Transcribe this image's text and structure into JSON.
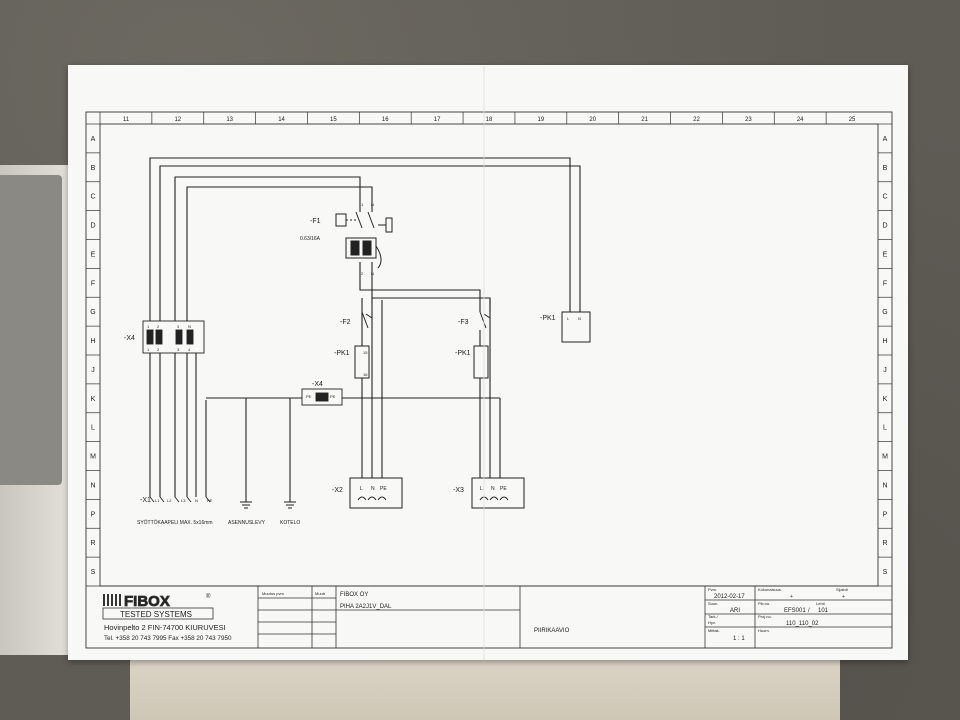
{
  "frame": {
    "columns": [
      "11",
      "12",
      "13",
      "14",
      "15",
      "16",
      "17",
      "18",
      "19",
      "20",
      "21",
      "22",
      "23",
      "24",
      "25"
    ],
    "rows": [
      "A",
      "B",
      "C",
      "D",
      "E",
      "F",
      "G",
      "H",
      "J",
      "K",
      "L",
      "M",
      "N",
      "P",
      "R",
      "S"
    ]
  },
  "components": {
    "f1_label": "-F1",
    "f1_rating": "0.63/16A",
    "f1_terminals": [
      "1",
      "N",
      "2",
      "N"
    ],
    "f2_label": "-F2",
    "f3_label": "-F3",
    "pk1_labels": [
      "-PK1",
      "-PK1",
      "-PK1"
    ],
    "pk1_terms": [
      "15",
      "16",
      "L",
      "N"
    ],
    "x4_label": "-X4",
    "x4_top_terms": [
      "1",
      "2",
      "3",
      "N"
    ],
    "x4_bot_terms": [
      "1",
      "2",
      "3",
      "4"
    ],
    "x4_pe_label": "-X4",
    "x4_pe_terms": [
      "PE",
      "PE"
    ],
    "x1_label": "-X1",
    "x1_terms": [
      "L1",
      "L2",
      "L3",
      "N",
      "PE"
    ],
    "x2_label": "-X2",
    "x3_label": "-X3",
    "socket_terms": [
      "L",
      "N",
      "PE"
    ],
    "feed_cable": "SYÖTTÖKAAPELI MAX. 5x16mm",
    "mounting_plate": "ASENNUSLEVY",
    "enclosure": "KOTELO"
  },
  "title_block": {
    "logo_text": "FIBOX",
    "logo_reg": "®",
    "logo_sub": "TESTED SYSTEMS",
    "address_line": "Hovinpelto 2    FIN-74700  KIURUVESI",
    "phone_line": "Tel. +358 20 743 7995   Fax +358 20 743 7950",
    "rev_head1": "Muutos pvm",
    "rev_head2": "Muutt",
    "company": "FIBOX OY",
    "project": "PIHA 2A2J1V_DAL",
    "drawing_type": "PIIRIKAAVIO",
    "f_pvm_label": "Pvm.",
    "f_pvm": "2012-02-17",
    "f_suun_label": "Suun.",
    "f_suun": "ARI",
    "f_tark_label": "Tark./",
    "f_hyv_label": "Hyv.",
    "f_mitt_label": "Mittak.",
    "f_mitt": "1 : 1",
    "f_kok_label": "Kokonaisuus",
    "f_kok": "+",
    "f_sij_label": "Sijainti",
    "f_sij": "+",
    "f_piir_label": "Piir.no.",
    "f_piir": "EFS001",
    "f_lehti_label": "Lehti",
    "f_lehti": "101",
    "f_slash": "/",
    "f_proj_label": "Proj.no.",
    "f_proj": "110_110_02",
    "f_huom_label": "Huom."
  }
}
